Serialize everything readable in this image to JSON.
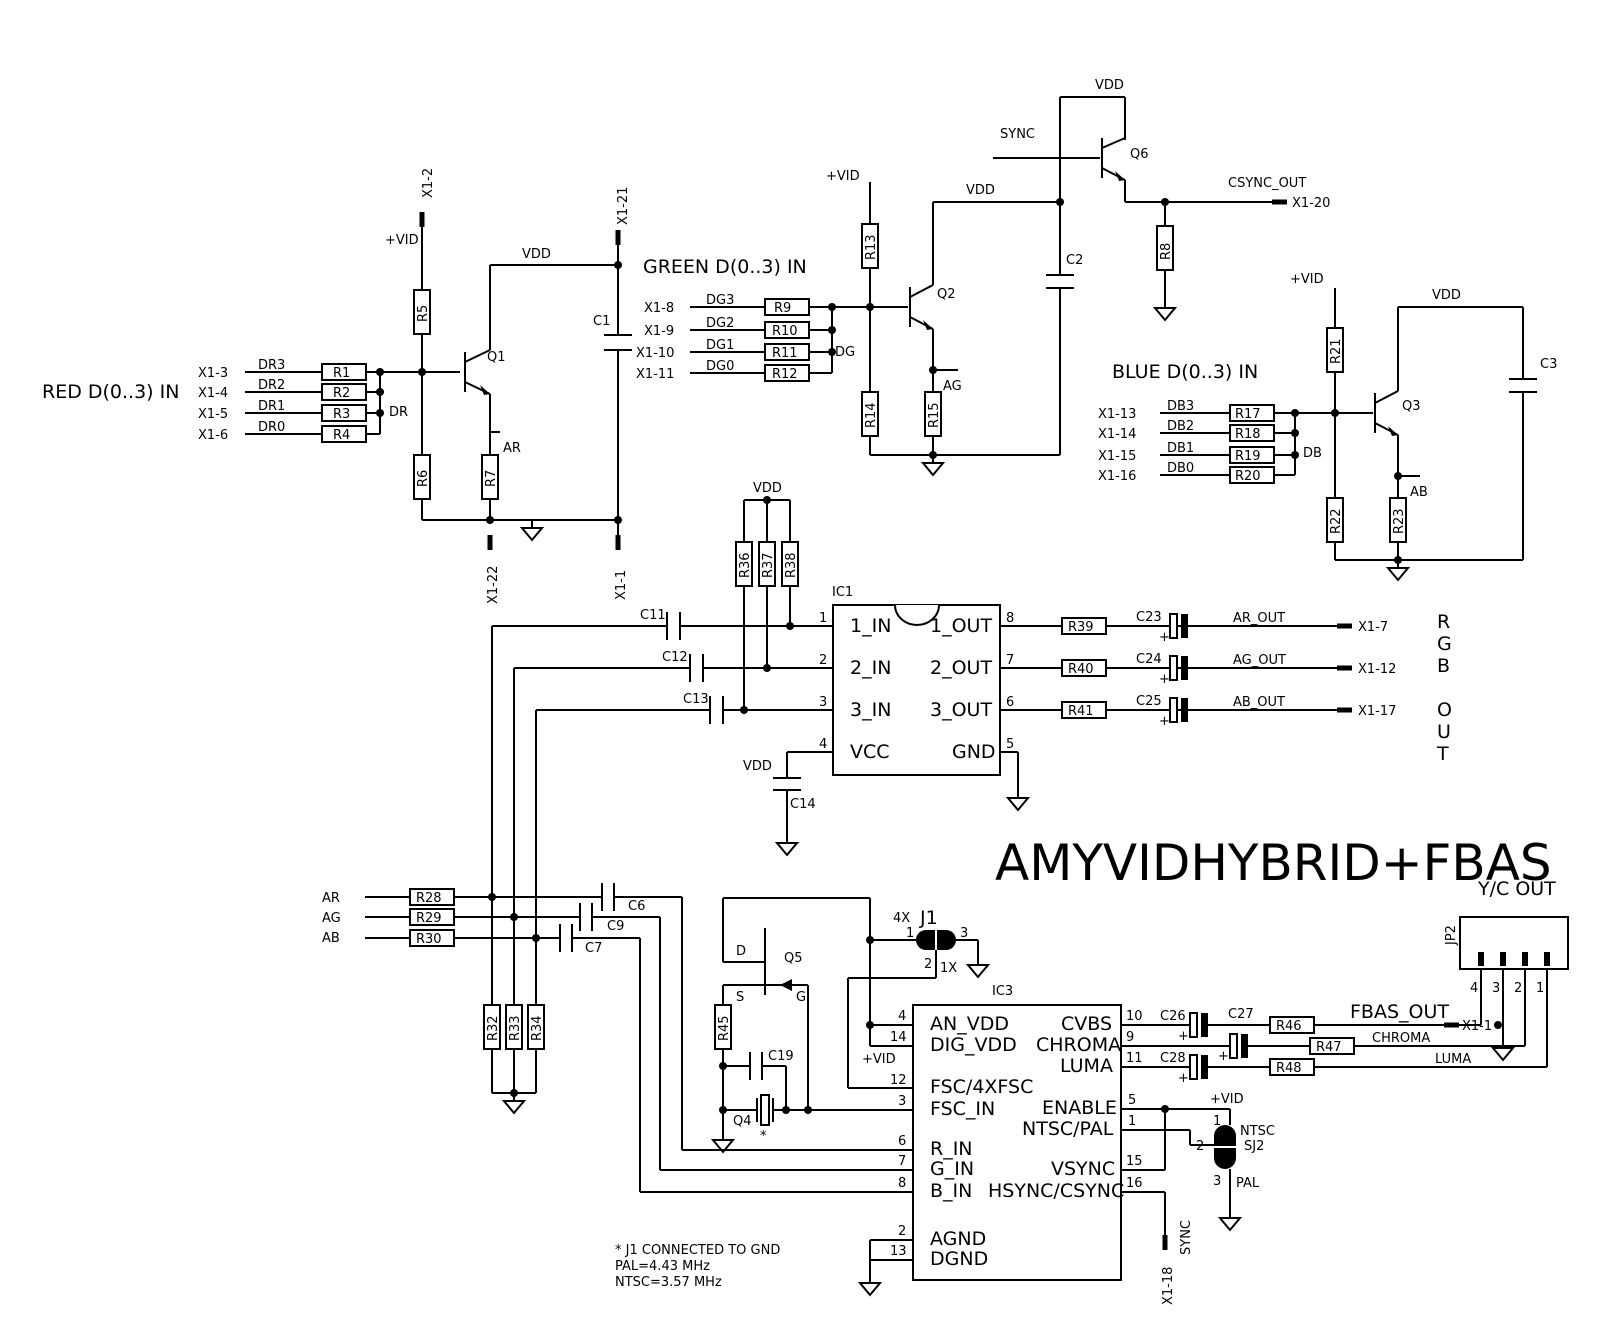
{
  "title": "AMYVIDHYBRID+FBAS",
  "notes": [
    "* J1 CONNECTED TO GND",
    "PAL=4.43 MHz",
    "NTSC=3.57 MHz"
  ],
  "headings": {
    "red": "RED D(0..3) IN",
    "green": "GREEN D(0..3) IN",
    "blue": "BLUE D(0..3) IN",
    "yc_out": "Y/C OUT",
    "rgb_out": [
      "R",
      "G",
      "B",
      "O",
      "U",
      "T"
    ]
  },
  "nets": {
    "vdd": "VDD",
    "vid": "+VID",
    "sync": "SYNC",
    "csync_out": "CSYNC_OUT",
    "dr": "DR",
    "dg": "DG",
    "db": "DB",
    "ar": "AR",
    "ag": "AG",
    "ab": "AB",
    "ar_out": "AR_OUT",
    "ag_out": "AG_OUT",
    "ab_out": "AB_OUT",
    "fbas_out": "FBAS_OUT",
    "chroma": "CHROMA",
    "luma": "LUMA",
    "red_lines": [
      "DR3",
      "DR2",
      "DR1",
      "DR0"
    ],
    "green_lines": [
      "DG3",
      "DG2",
      "DG1",
      "DG0"
    ],
    "blue_lines": [
      "DB3",
      "DB2",
      "DB1",
      "DB0"
    ]
  },
  "connectors": {
    "red_in": [
      "X1-3",
      "X1-4",
      "X1-5",
      "X1-6"
    ],
    "green_in": [
      "X1-8",
      "X1-9",
      "X1-10",
      "X1-11"
    ],
    "blue_in": [
      "X1-13",
      "X1-14",
      "X1-15",
      "X1-16"
    ],
    "x1_2": "X1-2",
    "x1_21": "X1-21",
    "x1_22": "X1-22",
    "x1_1": "X1-1",
    "x1_20": "X1-20",
    "x1_7": "X1-7",
    "x1_12": "X1-12",
    "x1_17": "X1-17",
    "x1_1b": "X1-1",
    "x1_18": "X1-18"
  },
  "resistors": {
    "red_in": [
      "R1",
      "R2",
      "R3",
      "R4"
    ],
    "green_in": [
      "R9",
      "R10",
      "R11",
      "R12"
    ],
    "blue_in": [
      "R17",
      "R18",
      "R19",
      "R20"
    ],
    "r5": "R5",
    "r6": "R6",
    "r7": "R7",
    "r8": "R8",
    "r13": "R13",
    "r14": "R14",
    "r15": "R15",
    "r21": "R21",
    "r22": "R22",
    "r23": "R23",
    "r36": "R36",
    "r37": "R37",
    "r38": "R38",
    "r39": "R39",
    "r40": "R40",
    "r41": "R41",
    "r28": "R28",
    "r29": "R29",
    "r30": "R30",
    "r32": "R32",
    "r33": "R33",
    "r34": "R34",
    "r45": "R45",
    "r46": "R46",
    "r47": "R47",
    "r48": "R48"
  },
  "capacitors": {
    "c1": "C1",
    "c2": "C2",
    "c3": "C3",
    "c11": "C11",
    "c12": "C12",
    "c13": "C13",
    "c14": "C14",
    "c23": "C23",
    "c24": "C24",
    "c25": "C25",
    "c6": "C6",
    "c9": "C9",
    "c7": "C7",
    "c19": "C19",
    "c26": "C26",
    "c27": "C27",
    "c28": "C28"
  },
  "transistors": {
    "q1": "Q1",
    "q2": "Q2",
    "q3": "Q3",
    "q5": "Q5",
    "q6": "Q6",
    "q4": "Q4"
  },
  "q5_pins": {
    "d": "D",
    "s": "S",
    "g": "G"
  },
  "jumpers": {
    "j1": "J1",
    "j1_4x": "4X",
    "j1_1x": "1X",
    "j1_pins": [
      "1",
      "2",
      "3"
    ],
    "sj2": "SJ2",
    "sj2_ntsc": "NTSC",
    "sj2_pal": "PAL",
    "sj2_pins": [
      "1",
      "2",
      "3"
    ],
    "jp2": "JP2",
    "jp2_pins": [
      "4",
      "3",
      "2",
      "1"
    ]
  },
  "ic1": {
    "name": "IC1",
    "pins_left": [
      {
        "num": "1",
        "label": "1_IN"
      },
      {
        "num": "2",
        "label": "2_IN"
      },
      {
        "num": "3",
        "label": "3_IN"
      },
      {
        "num": "4",
        "label": "VCC"
      }
    ],
    "pins_right": [
      {
        "num": "8",
        "label": "1_OUT"
      },
      {
        "num": "7",
        "label": "2_OUT"
      },
      {
        "num": "6",
        "label": "3_OUT"
      },
      {
        "num": "5",
        "label": "GND"
      }
    ]
  },
  "ic3": {
    "name": "IC3",
    "pins_left": [
      {
        "num": "4",
        "label": "AN_VDD"
      },
      {
        "num": "14",
        "label": "DIG_VDD"
      },
      {
        "num": "12",
        "label": "FSC/4XFSC"
      },
      {
        "num": "3",
        "label": "FSC_IN"
      },
      {
        "num": "6",
        "label": "R_IN"
      },
      {
        "num": "7",
        "label": "G_IN"
      },
      {
        "num": "8",
        "label": "B_IN"
      },
      {
        "num": "2",
        "label": "AGND"
      },
      {
        "num": "13",
        "label": "DGND"
      }
    ],
    "pins_right": [
      {
        "num": "10",
        "label": "CVBS"
      },
      {
        "num": "9",
        "label": "CHROMA"
      },
      {
        "num": "11",
        "label": "LUMA"
      },
      {
        "num": "5",
        "label": "ENABLE"
      },
      {
        "num": "1",
        "label": "NTSC/PAL"
      },
      {
        "num": "15",
        "label": "VSYNC"
      },
      {
        "num": "16",
        "label": "HSYNC/CSYNC"
      }
    ]
  }
}
